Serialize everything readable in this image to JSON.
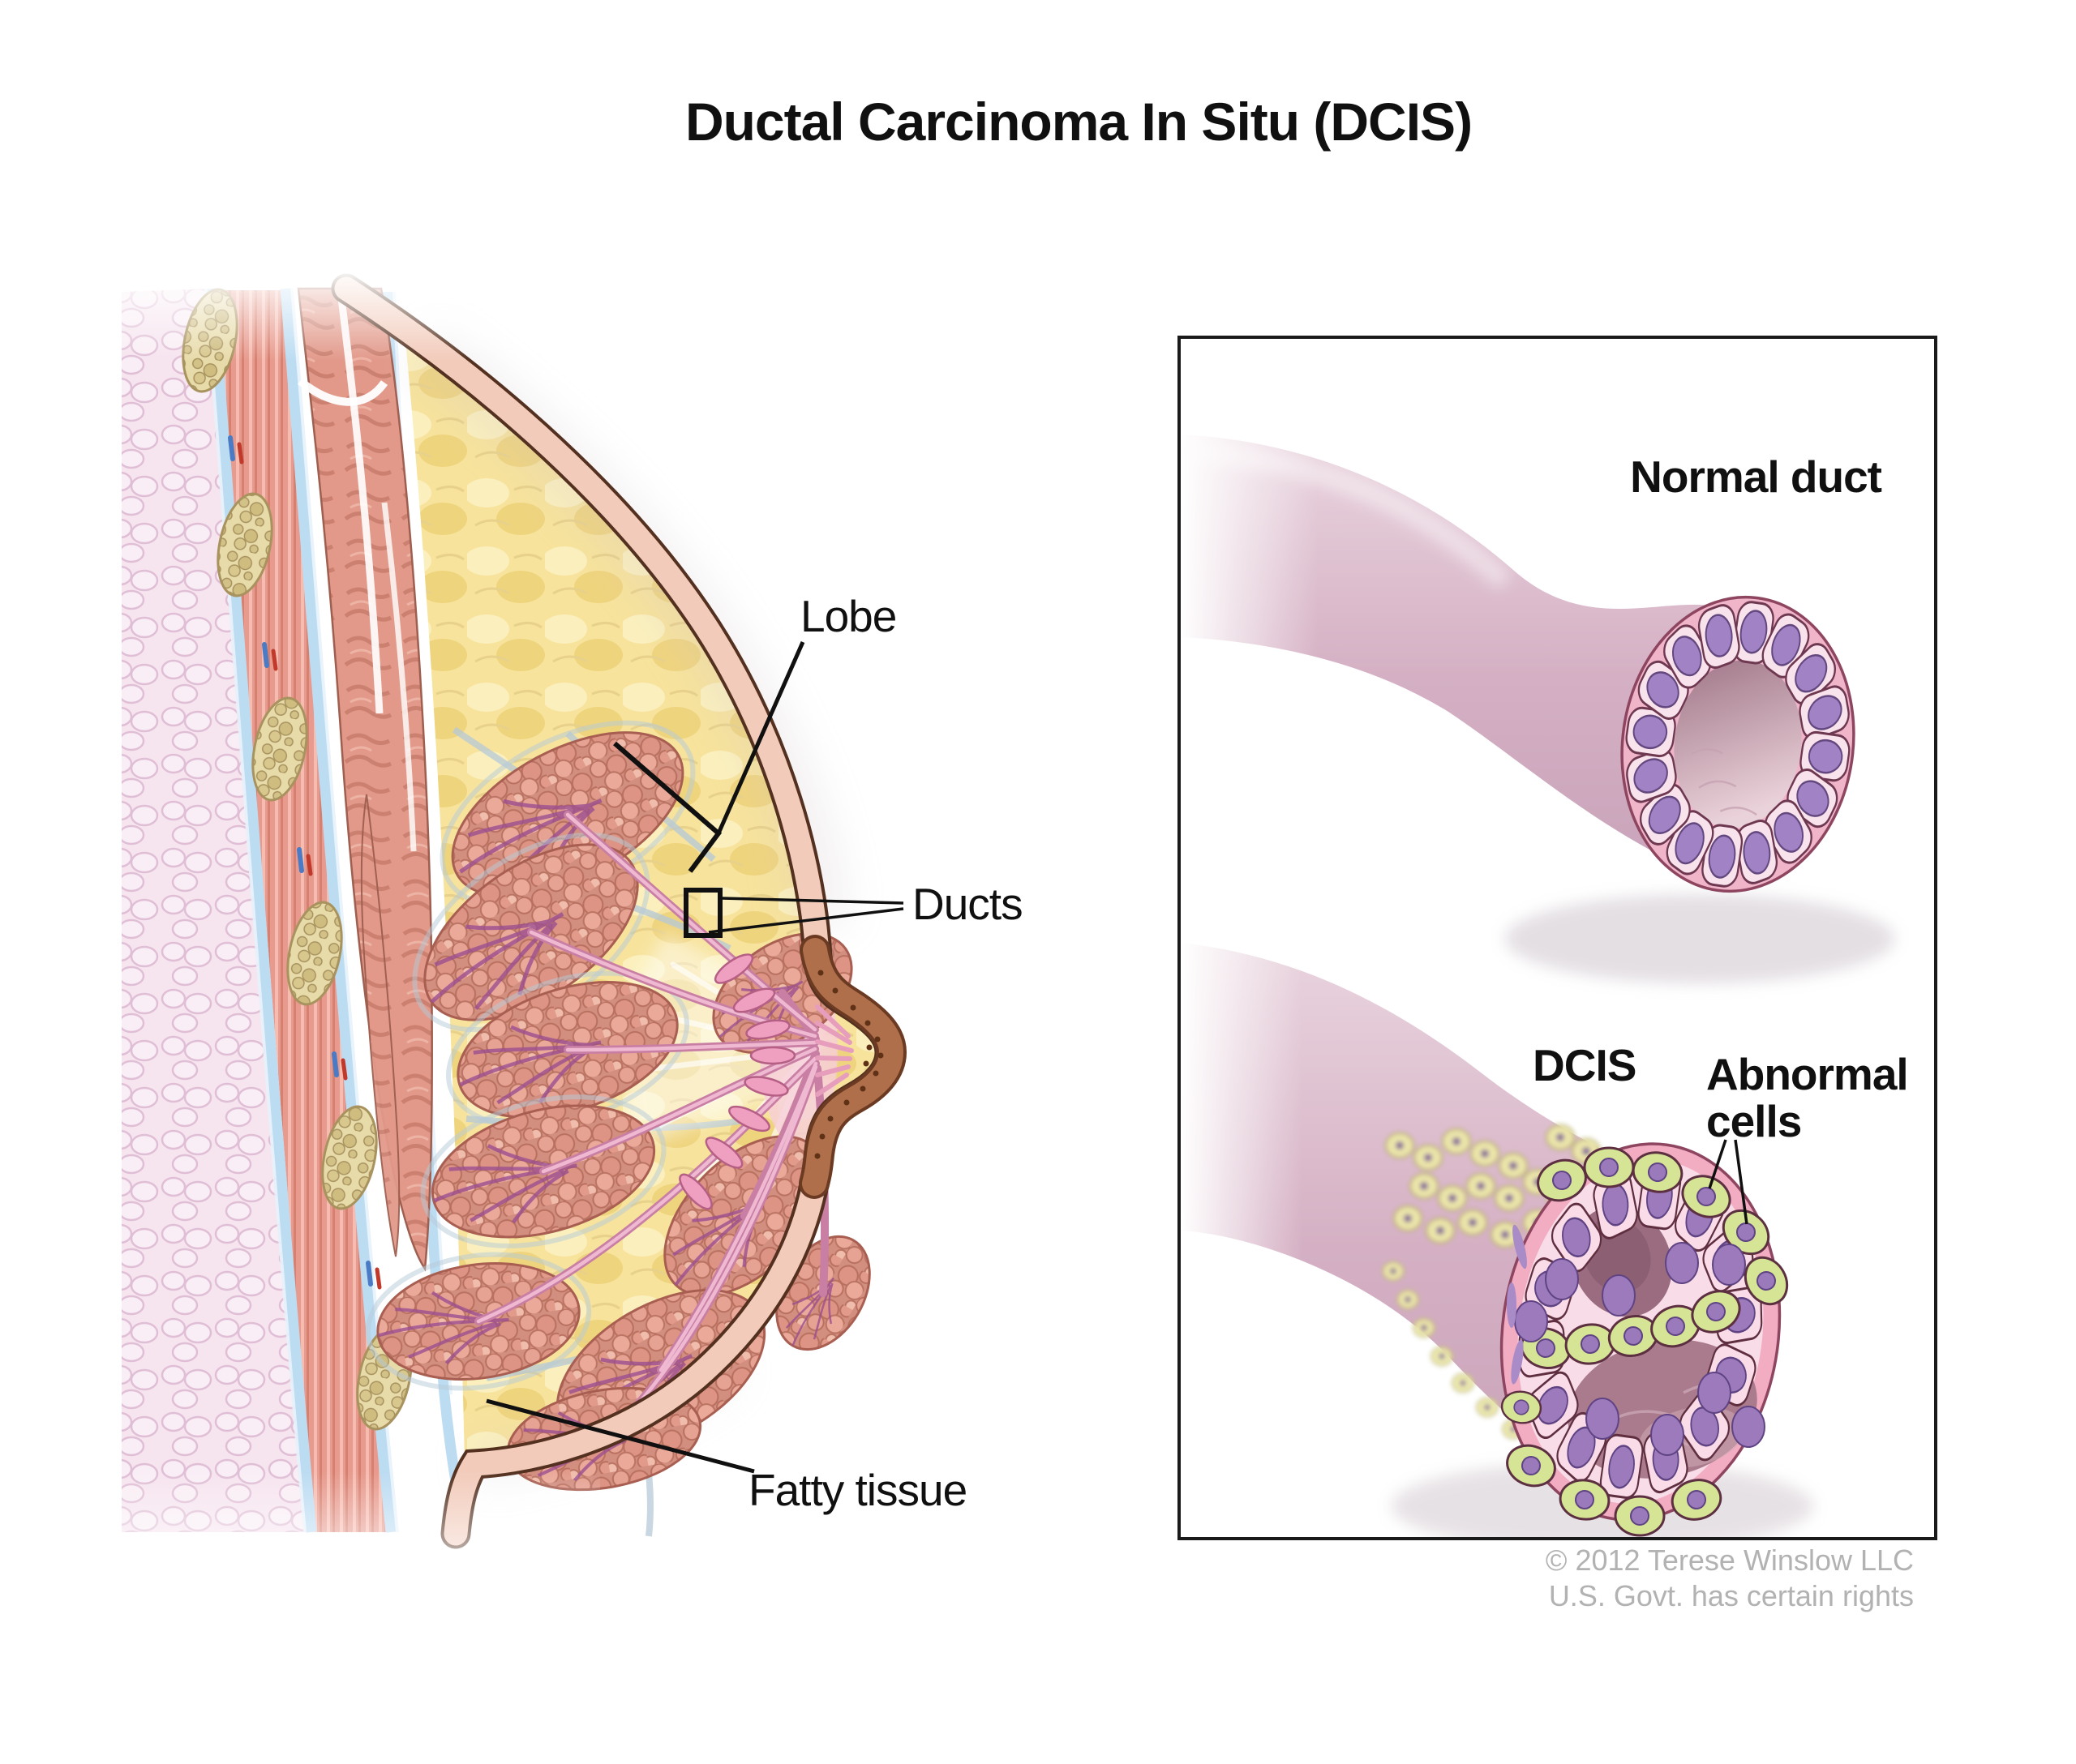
{
  "title": "Ductal Carcinoma In Situ (DCIS)",
  "anatomy_labels": {
    "lobe": "Lobe",
    "ducts": "Ducts",
    "fatty_tissue": "Fatty tissue"
  },
  "inset": {
    "normal_duct_label": "Normal duct",
    "dcis_label": "DCIS",
    "abnormal_line1": "Abnormal",
    "abnormal_line2": "cells"
  },
  "credit": {
    "line1": "© 2012 Terese Winslow LLC",
    "line2": "U.S. Govt. has certain rights"
  },
  "colors": {
    "fat_yellow": "#f7e39c",
    "lobe_pink": "#d28e7f",
    "duct_pink": "#ef9fc0",
    "abnormal_green": "#d6e495",
    "nucleus_purple": "#9b7abb",
    "skin": "#f2cbbb",
    "areola_brown": "#b06f4b",
    "fascia_blue": "#bcdcf2",
    "muscle": "#e2998a",
    "rib_beige": "#e8dbaa",
    "inset_border": "#1a1a1a",
    "credit_gray": "#b2b2b2",
    "label_black": "#101010"
  }
}
